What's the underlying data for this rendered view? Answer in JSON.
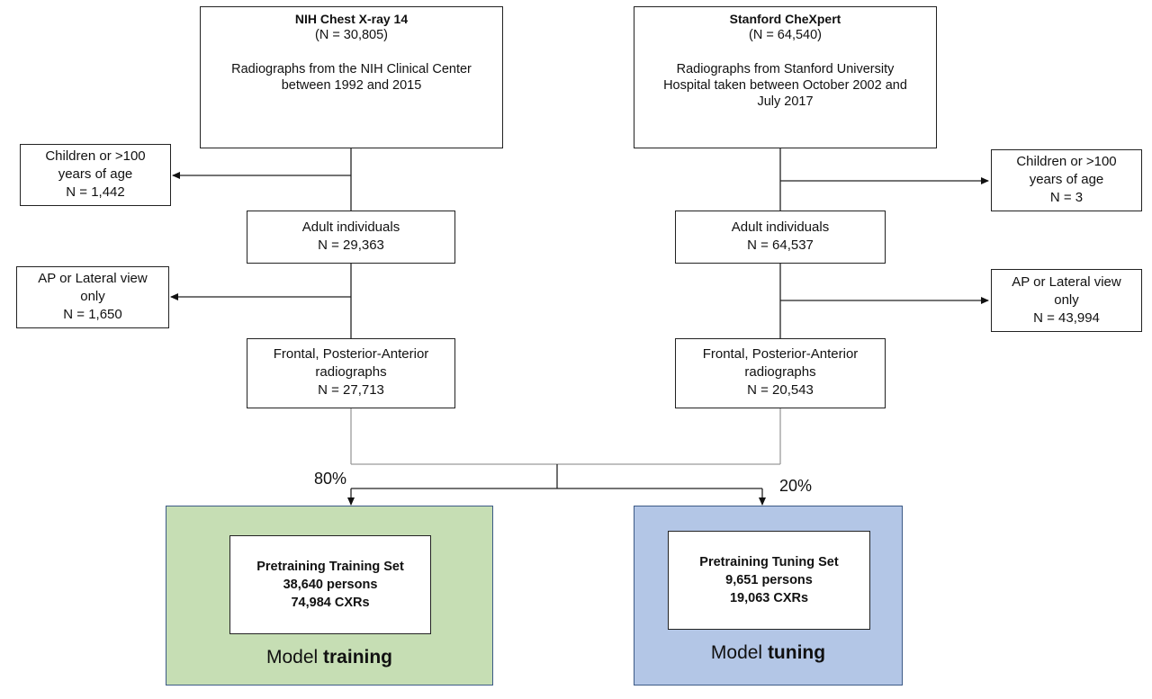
{
  "sources": [
    {
      "name": "NIH Chest X-ray 14",
      "n": "(N = 30,805)",
      "desc": [
        "Radiographs from the NIH Clinical Center",
        "between 1992 and 2015"
      ]
    },
    {
      "name": "Stanford CheXpert",
      "n": "(N = 64,540)",
      "desc": [
        "Radiographs from Stanford University",
        "Hospital taken between October 2002 and",
        "July 2017"
      ]
    }
  ],
  "nih": {
    "excl1": [
      "Children or >100",
      "years of age",
      "N = 1,442"
    ],
    "adult": [
      "Adult individuals",
      "N = 29,363"
    ],
    "excl2": [
      "AP  or Lateral view",
      "only",
      "N = 1,650"
    ],
    "frontal": [
      "Frontal, Posterior-Anterior",
      "radiographs",
      "N = 27,713"
    ]
  },
  "stanford": {
    "excl1": [
      "Children or >100",
      "years of age",
      "N = 3"
    ],
    "adult": [
      "Adult individuals",
      "N = 64,537"
    ],
    "excl2": [
      "AP  or Lateral view",
      "only",
      "N = 43,994"
    ],
    "frontal": [
      "Frontal, Posterior-Anterior",
      "radiographs",
      "N = 20,543"
    ]
  },
  "split": {
    "train_pct": "80%",
    "tune_pct": "20%"
  },
  "training": {
    "title": "Pretraining Training Set",
    "persons": "38,640 persons",
    "cxrs": "74,984 CXRs",
    "label_prefix": "Model ",
    "label_bold": "training",
    "color": "#c6deb4"
  },
  "tuning": {
    "title": "Pretraining Tuning Set",
    "persons": "9,651 persons",
    "cxrs": "19,063 CXRs",
    "label_prefix": "Model ",
    "label_bold": "tuning",
    "color": "#b3c6e6"
  }
}
